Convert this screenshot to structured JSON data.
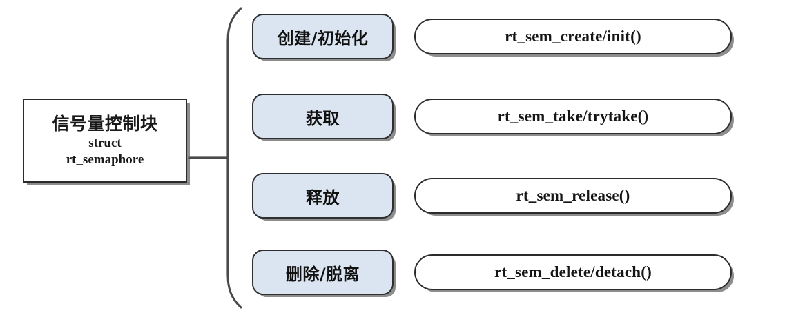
{
  "diagram": {
    "type": "semaphore-api-overview",
    "root": {
      "title": "信号量控制块",
      "subtitle": "struct",
      "subtitle2": "rt_semaphore"
    },
    "connector": {
      "name": "curly-brace",
      "orientation": "opens-right"
    },
    "rows": [
      {
        "action": "创建/初始化",
        "api": "rt_sem_create/init()"
      },
      {
        "action": "获取",
        "api": "rt_sem_take/trytake()"
      },
      {
        "action": "释放",
        "api": "rt_sem_release()"
      },
      {
        "action": "删除/脱离",
        "api": "rt_sem_delete/detach()"
      }
    ],
    "colors": {
      "action_fill": "#dbe5f1",
      "action_border": "#2f2f2f",
      "capsule_fill": "#ffffff",
      "capsule_border": "#2b2b2b",
      "shadow": "#8d8d8d",
      "background": "#ffffff",
      "text": "#111111"
    }
  }
}
